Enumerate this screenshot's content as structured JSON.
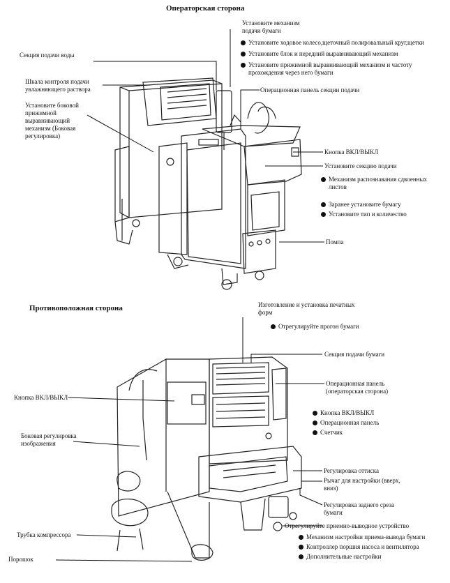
{
  "top": {
    "title": "Операторская сторона",
    "labels": {
      "feed_mech": "Установите механизм подачи бумаги",
      "water": "Секция подачи воды",
      "scale": "Шкала контроля подачи увлажняющего раствора",
      "side_jog": "Установите боковой прижимной выравнивающий механизм (Боковая регулировка)",
      "op_panel_feed": "Операционная панель секции подачи",
      "onoff": "Кнопка ВКЛ/ВЫКЛ",
      "feed_section": "Установите секцию подачи",
      "pump": "Помпа"
    },
    "feed_mech_items": [
      "Установите ходовое колесо,щеточный полировальный круг,щетки",
      "Установите блок и передний выравнивающий механизм",
      "Установите прижимной выравнивающий механизм и частоту прохождения через него бумаги"
    ],
    "feed_section_items": [
      "Механизм распознавания сдвоенных листов",
      "Заранее установите бумагу",
      "Установите тип и количество"
    ]
  },
  "bottom": {
    "title": "Противоположная сторона",
    "labels": {
      "plates": "Изготовление и установка печатных форм",
      "paper_feed": "Секция подачи бумаги",
      "op_panel": "Операционная панель (операторская сторона)",
      "onoff": "Кнопка ВКЛ/ВЫКЛ",
      "side_image": "Боковая регулировка изображения",
      "impression": "Регулировка оттиска",
      "lever": "Рычаг для настройки (вверх, вниз)",
      "rear_cut": "Регулировка заднего среза бумаги",
      "delivery": "Отрегулируйте приемно-выводное устройство",
      "compressor": "Трубка компрессора",
      "powder": "Порошок"
    },
    "paper_pass_item": "Отрегулируйте прогон бумаги",
    "op_panel_items": [
      "Кнопка ВКЛ/ВЫКЛ",
      "Операционная панель",
      "Счетчик"
    ],
    "delivery_items": [
      "Механизм настройки приема-вывода бумаги",
      "Контроллер поршня насоса и вентилятора",
      "Дополнительные настройки"
    ]
  }
}
